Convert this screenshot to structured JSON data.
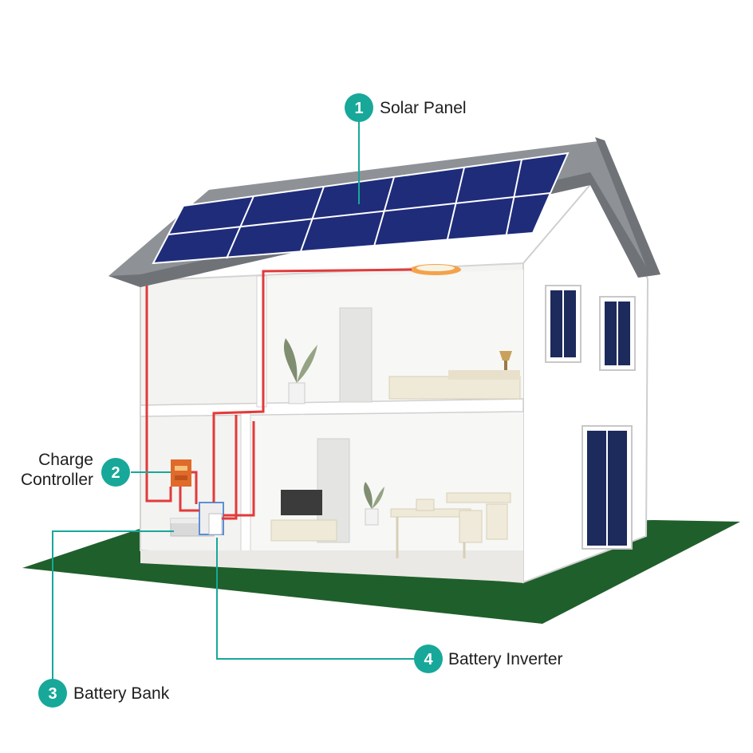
{
  "colors": {
    "accent": "#17a89a",
    "wire": "#e23a3a",
    "lawn": "#1f5f2b",
    "roof": "#8e9296",
    "panel": "#1f2c7a",
    "wall": "#ffffff",
    "interior": "#f0f0ee"
  },
  "callouts": [
    {
      "number": "1",
      "label": "Solar Panel"
    },
    {
      "number": "2",
      "label_lines": [
        "Charge",
        "Controller"
      ]
    },
    {
      "number": "3",
      "label": "Battery Bank"
    },
    {
      "number": "4",
      "label": "Battery Inverter"
    }
  ]
}
